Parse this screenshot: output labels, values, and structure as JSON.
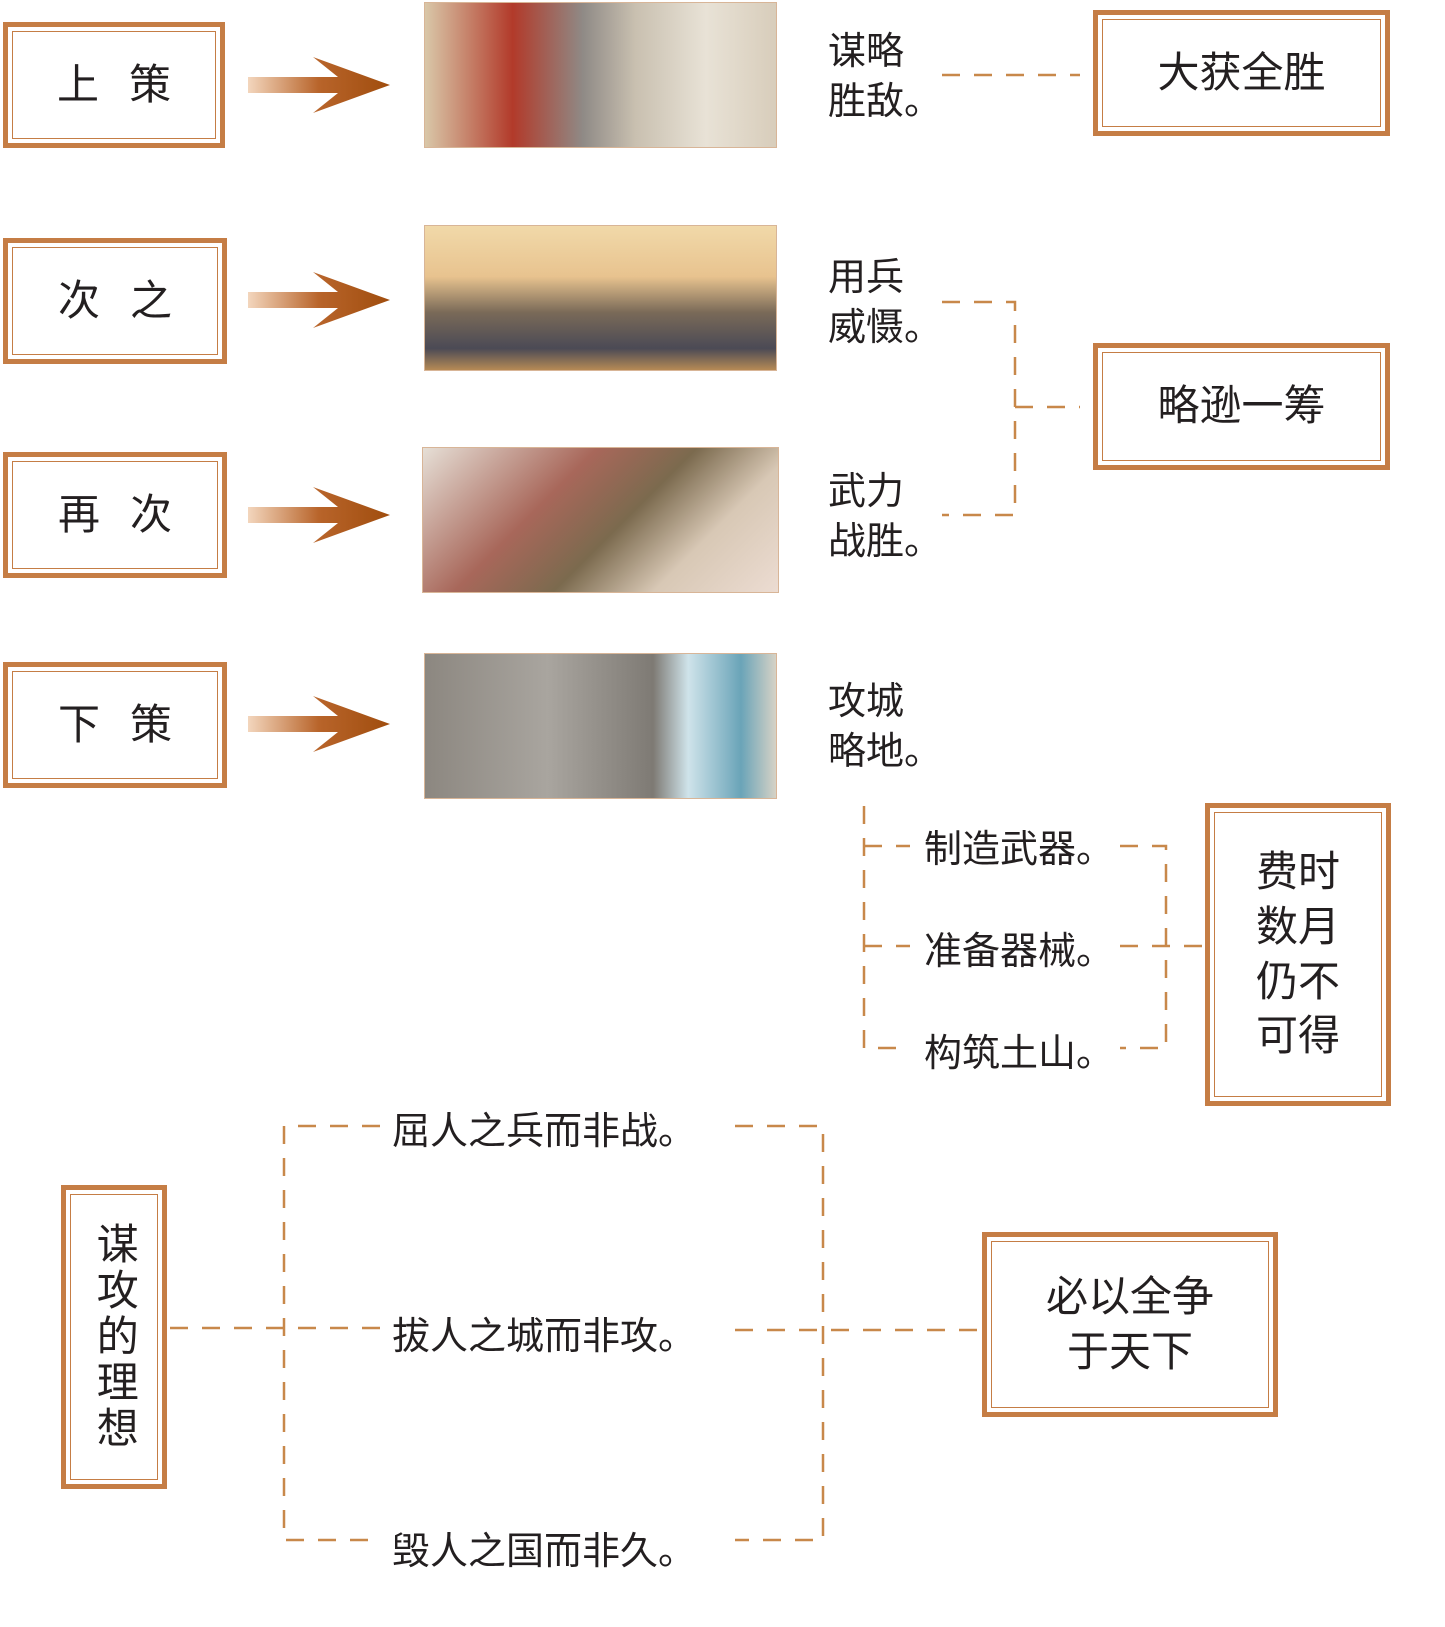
{
  "colors": {
    "accent": "#c57d45",
    "arrow": "#a5520f",
    "dash": "#c8884a"
  },
  "rows": [
    {
      "label": "上策",
      "desc_1": "谋略",
      "desc_2": "胜敌。",
      "image": "council-of-generals-illustration"
    },
    {
      "label": "次之",
      "desc_1": "用兵",
      "desc_2": "威慑。",
      "image": "army-display-illustration"
    },
    {
      "label": "再次",
      "desc_1": "武力",
      "desc_2": "战胜。",
      "image": "cavalry-battle-illustration"
    },
    {
      "label": "下策",
      "desc_1": "攻城",
      "desc_2": "略地。",
      "image": "siege-of-city-wall-illustration"
    }
  ],
  "results": {
    "best": "大获全胜",
    "middle": "略逊一筹",
    "worst": "费时数月仍不可得"
  },
  "worst_lines": [
    "费时",
    "数月",
    "仍不",
    "可得"
  ],
  "siege_steps": [
    "制造武器。",
    "准备器械。",
    "构筑土山。"
  ],
  "ideal": {
    "title": "谋攻的理想",
    "items": [
      "屈人之兵而非战。",
      "拔人之城而非攻。",
      "毁人之国而非久。"
    ],
    "conclusion_1": "必以全争",
    "conclusion_2": "于天下"
  }
}
